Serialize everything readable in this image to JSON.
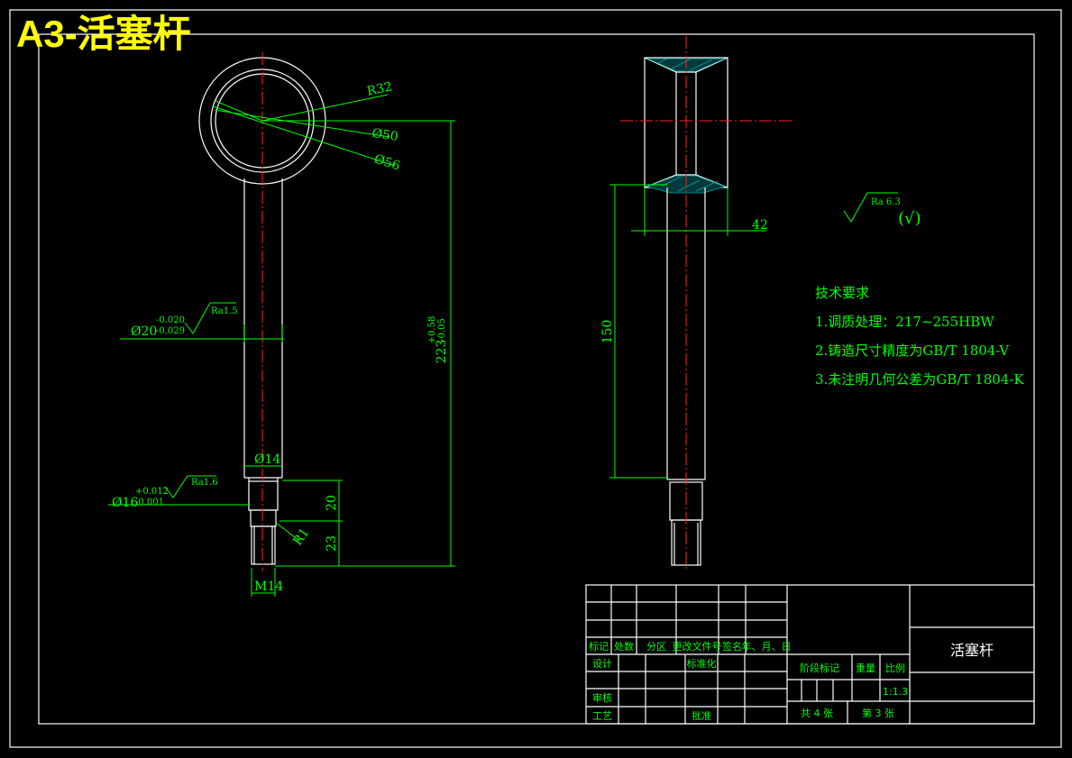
{
  "title": "A3-活塞杆",
  "front_view": {
    "radius_label": "R32",
    "outer_dia_label": "Ø50",
    "inner_dia_label": "Ø56",
    "shaft_dia_label": "Ø20",
    "shaft_tol_upper": "-0.020",
    "shaft_tol_lower": "-0.029",
    "shaft_roughness": "Ra1.5",
    "neck_dia_label": "Ø14",
    "seat_dia_label": "Ø16",
    "seat_tol_upper": "+0.012",
    "seat_tol_lower": "-0.001",
    "seat_roughness": "Ra1.6",
    "fillet_label": "R1",
    "thread_label": "M14",
    "len_20": "20",
    "len_23": "23",
    "overall_length": "223",
    "overall_tol_upper": "+0.58",
    "overall_tol_lower": "-0.05"
  },
  "side_view": {
    "width_label": "42",
    "length_label": "150"
  },
  "surface_finish": {
    "value": "Ra 6.3",
    "bracket_text": "(√)"
  },
  "tech_requirements": {
    "heading": "技术要求",
    "items": [
      "1.调质处理：217~255HBW",
      "2.铸造尺寸精度为GB/T 1804-V",
      "3.未注明几何公差为GB/T 1804-K"
    ]
  },
  "title_block": {
    "part_name": "活塞杆",
    "revision_headers": [
      "标记",
      "处数",
      "分区",
      "更改文件号",
      "签名",
      "年、月、日"
    ],
    "design": "设计",
    "standardize": "标准化",
    "check": "审核",
    "process": "工艺",
    "approve": "批准",
    "stage_mark": "阶段标记",
    "weight": "重量",
    "scale_label": "比例",
    "scale_value": "1:1.3",
    "sheets_total": "共 4 张",
    "sheet_no": "第 3 张"
  }
}
